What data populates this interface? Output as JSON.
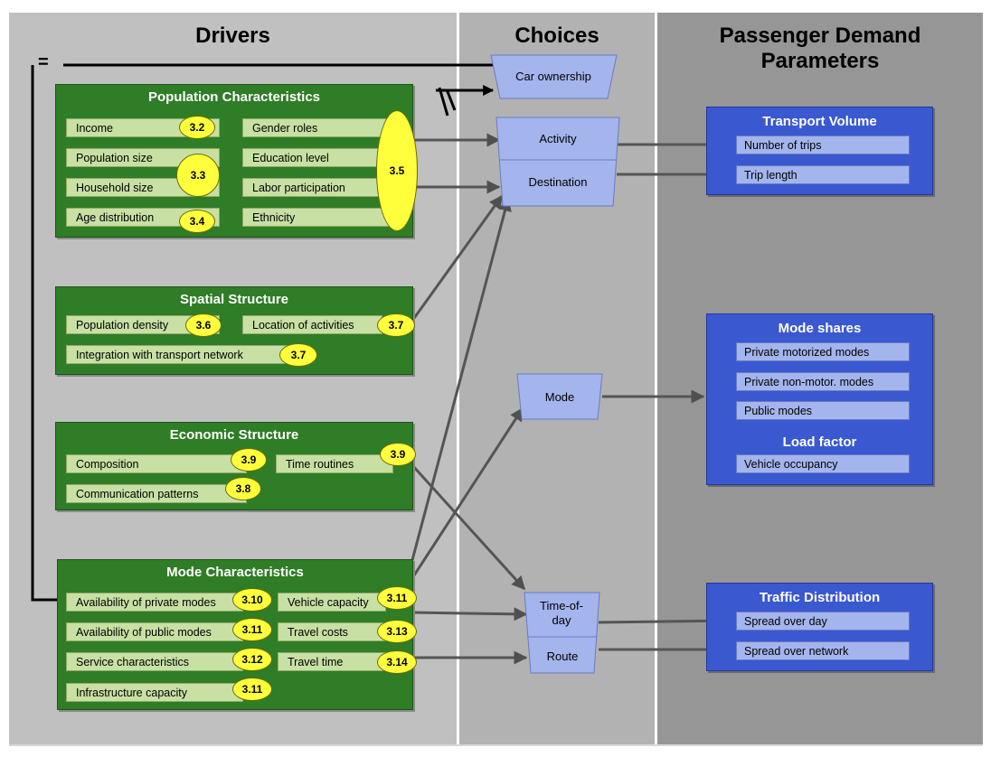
{
  "columns": {
    "drivers": "Drivers",
    "choices": "Choices",
    "passenger_demand": "Passenger Demand Parameters"
  },
  "equals_sign": "=",
  "population": {
    "title": "Population Characteristics",
    "income": "Income",
    "population_size": "Population size",
    "household_size": "Household size",
    "age_distribution": "Age distribution",
    "gender_roles": "Gender roles",
    "education_level": "Education level",
    "labor_participation": "Labor participation",
    "ethnicity": "Ethnicity",
    "ref_income": "3.2",
    "ref_size": "3.3",
    "ref_age": "3.4",
    "ref_social": "3.5"
  },
  "spatial": {
    "title": "Spatial Structure",
    "population_density": "Population density",
    "location_of_activities": "Location of activities",
    "integration": "Integration with transport network",
    "ref_density": "3.6",
    "ref_location": "3.7",
    "ref_integration": "3.7"
  },
  "economic": {
    "title": "Economic Structure",
    "composition": "Composition",
    "time_routines": "Time routines",
    "communication_patterns": "Communication patterns",
    "ref_composition": "3.9",
    "ref_time": "3.9",
    "ref_communication": "3.8"
  },
  "mode_chars": {
    "title": "Mode Characteristics",
    "availability_private": "Availability of private modes",
    "availability_public": "Availability of public modes",
    "service_characteristics": "Service characteristics",
    "infrastructure_capacity": "Infrastructure capacity",
    "vehicle_capacity": "Vehicle capacity",
    "travel_costs": "Travel costs",
    "travel_time": "Travel time",
    "ref_avail_private": "3.10",
    "ref_avail_public": "3.11",
    "ref_service": "3.12",
    "ref_infra": "3.11",
    "ref_vehicle": "3.11",
    "ref_costs": "3.13",
    "ref_time": "3.14"
  },
  "choices": {
    "car_ownership": "Car ownership",
    "activity": "Activity",
    "destination": "Destination",
    "mode": "Mode",
    "time_of_day": "Time-of-day",
    "route": "Route"
  },
  "transport_volume": {
    "title": "Transport Volume",
    "number_of_trips": "Number of trips",
    "trip_length": "Trip length"
  },
  "mode_shares": {
    "title": "Mode shares",
    "private_motorized": "Private motorized modes",
    "private_non_motor": "Private non-motor. modes",
    "public_modes": "Public modes",
    "load_factor_title": "Load factor",
    "vehicle_occupancy": "Vehicle occupancy"
  },
  "traffic_distribution": {
    "title": "Traffic Distribution",
    "spread_over_day": "Spread over day",
    "spread_over_network": "Spread over network"
  },
  "colors": {
    "drivers_bg": "#c0c0c0",
    "choices_bg": "#b0b0b0",
    "params_bg": "#969696",
    "green_box": "#2f7d26",
    "light_green": "#c8e0a4",
    "yellow_ref": "#ffff3c",
    "blue_box": "#3a58d0",
    "light_blue": "#a4b4ec",
    "choice_shape": "#a4b4ec"
  }
}
